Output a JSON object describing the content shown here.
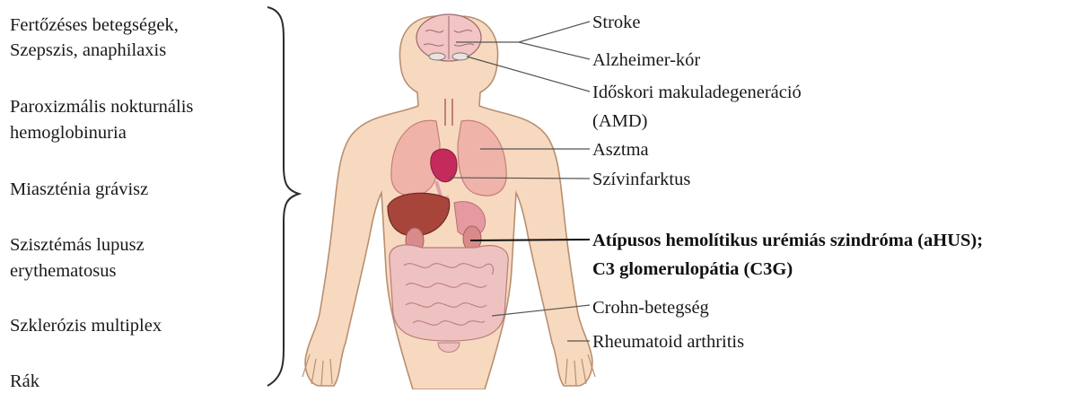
{
  "left_conditions": [
    {
      "line1": "Fertőzéses betegségek,",
      "line2": "Szepszis, anaphilaxis"
    },
    {
      "line1": "Paroxizmális nokturnális",
      "line2": "hemoglobinuria"
    },
    {
      "line1": "Miaszténia grávisz",
      "line2": ""
    },
    {
      "line1": "Szisztémás lupusz",
      "line2": "erythematosus"
    },
    {
      "line1": "Szklerózis multiplex",
      "line2": ""
    },
    {
      "line1": "Rák",
      "line2": ""
    }
  ],
  "right_labels": {
    "stroke": "Stroke",
    "alzheimer": "Alzheimer-kór",
    "amd_line1": "Időskori makuladegeneráció",
    "amd_line2": "(AMD)",
    "asthma": "Asztma",
    "infarct": "Szívinfarktus",
    "ahus": "Atípusos hemolítikus urémiás szindróma (aHUS);",
    "c3g": "C3 glomerulopátia (C3G)",
    "crohn": "Crohn-betegség",
    "ra": "Rheumatoid arthritis"
  },
  "colors": {
    "skin": "#f7d9bf",
    "skin_outline": "#b88f70",
    "lung": "#efb3aa",
    "heart": "#c42a5c",
    "liver": "#a8453a",
    "intestine": "#efc2c2",
    "brain": "#f2c4c4",
    "text": "#1a1a1a"
  }
}
